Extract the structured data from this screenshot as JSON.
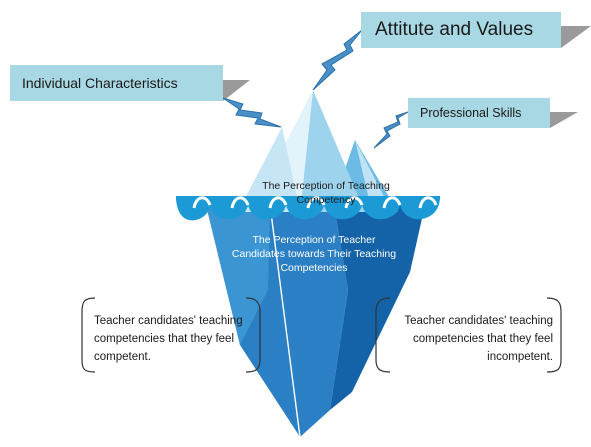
{
  "labels": {
    "attitude": "Attitute and Values",
    "individual": "Individual Characteristics",
    "professional": "Professional Skills"
  },
  "iceberg": {
    "tip_text": "The Perception of Teaching Competency",
    "underwater_text": "The Perception of Teacher Candidates towards Their Teaching Competencies"
  },
  "brackets": {
    "left_text": "Teacher candidates' teaching competencies that they feel competent.",
    "right_text": "Teacher candidates' teaching competencies that they feel incompetent."
  },
  "colors": {
    "label_fill": "#a8d8e3",
    "label_shadow": "#9a9a9a",
    "bolt": "#4a90c8",
    "water": "#1c9ad6",
    "iceberg_dark": "#1463a8",
    "iceberg_mid": "#2b7fc4",
    "iceberg_light": "#4aa3dc",
    "tip_light": "#e3f3fb",
    "tip_mid": "#9ed3ee",
    "tip_deep": "#6bbbe6"
  }
}
